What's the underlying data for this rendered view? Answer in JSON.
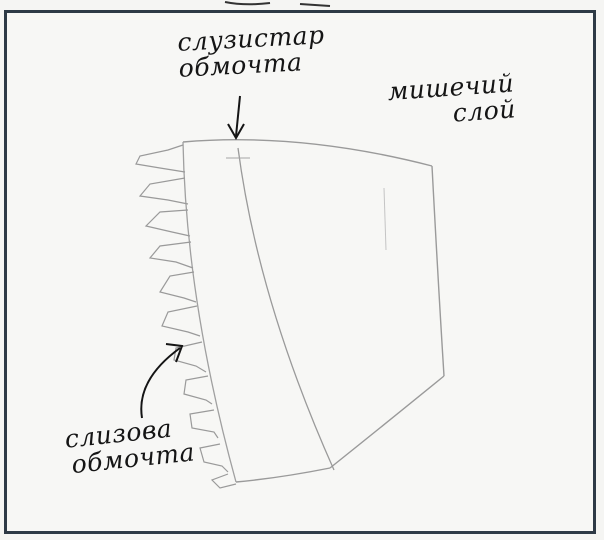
{
  "labels": {
    "top": {
      "line1": "слузистар",
      "line2": "обмочта"
    },
    "right": {
      "line1": "мишечий",
      "line2": "слой"
    },
    "bottom": {
      "line1": "слизова",
      "line2": "обмочта"
    }
  },
  "colors": {
    "frame": "#2e3a46",
    "pencil": "#9a9a9a",
    "ink": "#151515"
  }
}
